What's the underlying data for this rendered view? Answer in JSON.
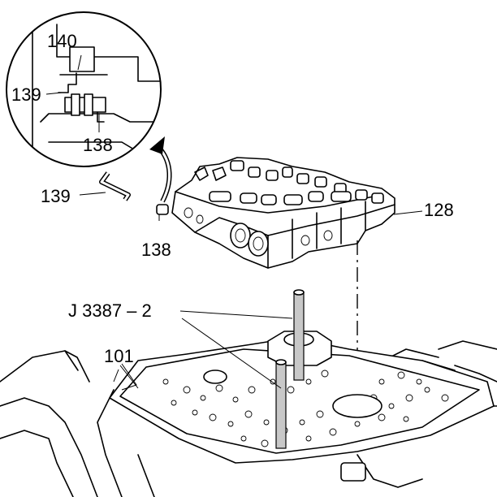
{
  "callouts": {
    "c140": "140",
    "c139_inset": "139",
    "c138_inset": "138",
    "c139": "139",
    "c138": "138",
    "c128": "128",
    "tool": "J 3387 – 2",
    "c101": "101"
  }
}
